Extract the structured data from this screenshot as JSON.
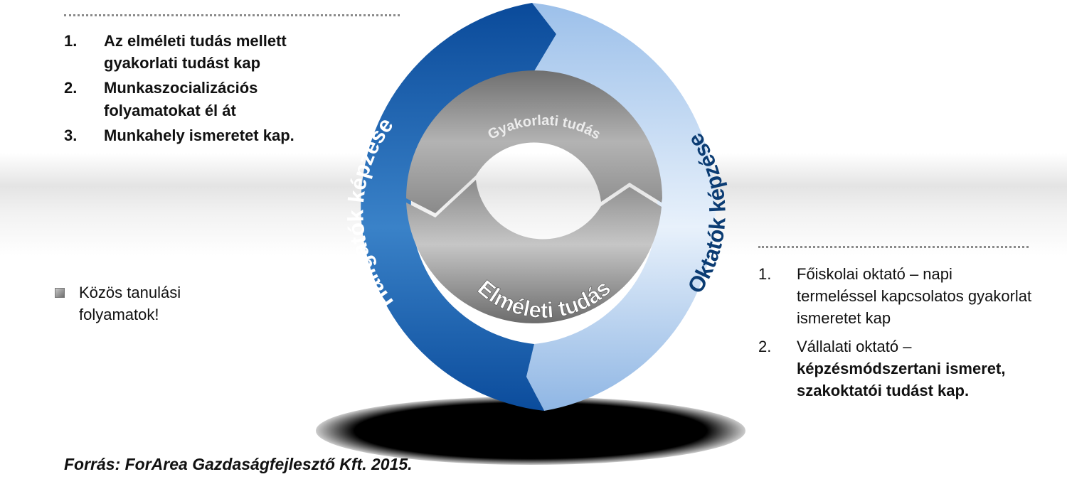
{
  "left_list": [
    {
      "num": "1.",
      "text": "Az elméleti tudás mellett gyakorlati tudást kap"
    },
    {
      "num": "2.",
      "text": "Munkaszocializációs folyamatokat él át"
    },
    {
      "num": "3.",
      "text": "Munkahely ismeretet kap."
    }
  ],
  "right_list": [
    {
      "num": "1.",
      "text": "Főiskolai oktató – napi termeléssel kapcsolatos gyakorlat ismeretet kap"
    },
    {
      "num": "2.",
      "text_plain": "Vállalati oktató –",
      "text_bold": "képzésmódszertani ismeret, szakoktatói tudást kap."
    }
  ],
  "note": {
    "text": "Közös tanulási folyamatok!"
  },
  "cycle": {
    "outer_left_label": "Hallgatók képzése",
    "outer_right_label": "Oktatók képzése",
    "inner_top_label": "Gyakorlati tudás",
    "inner_bottom_label": "Elméleti tudás"
  },
  "source": "Forrás: ForArea Gazdaságfejlesztő Kft. 2015.",
  "colors": {
    "dark_blue": "#0b4c9c",
    "light_blue": "#a9c8ec",
    "navy_text": "#0b3c73",
    "gray": "#8e8e8e"
  }
}
